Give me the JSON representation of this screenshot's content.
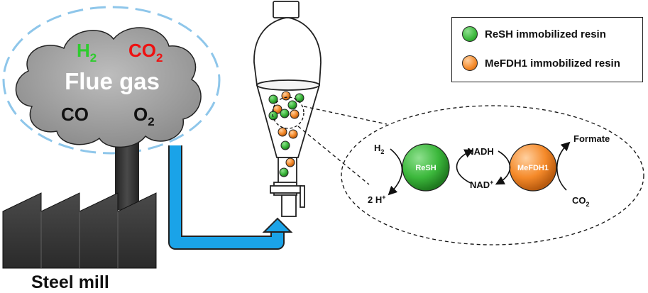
{
  "cloud": {
    "title": "Flue gas",
    "gases": {
      "h2": {
        "base": "H",
        "sub": "2",
        "color": "#2ecc2e"
      },
      "co2": {
        "base": "CO",
        "sub": "2",
        "color": "#ee1111"
      },
      "co": {
        "base": "CO"
      },
      "o2": {
        "base": "O",
        "sub": "2"
      }
    }
  },
  "factory": {
    "label": "Steel mill"
  },
  "legend": {
    "items": [
      {
        "label": "ReSH immobilized resin",
        "color": "#3cb83c"
      },
      {
        "label": "MeFDH1 immobilized resin",
        "color": "#f58a2a"
      }
    ]
  },
  "reaction": {
    "enzyme1": "ReSH",
    "enzyme2": "MeFDH1",
    "h2": {
      "base": "H",
      "sub": "2"
    },
    "proton": {
      "base": "2 H",
      "sup": "+"
    },
    "nadh": "NADH",
    "nadplus": {
      "base": "NAD",
      "sup": "+"
    },
    "formate": "Formate",
    "co2": {
      "base": "CO",
      "sub": "2"
    }
  },
  "colors": {
    "pipe": "#1aa3e8",
    "cloud": "#a6a6a6",
    "green": "#3cb83c",
    "orange": "#f58a2a"
  }
}
